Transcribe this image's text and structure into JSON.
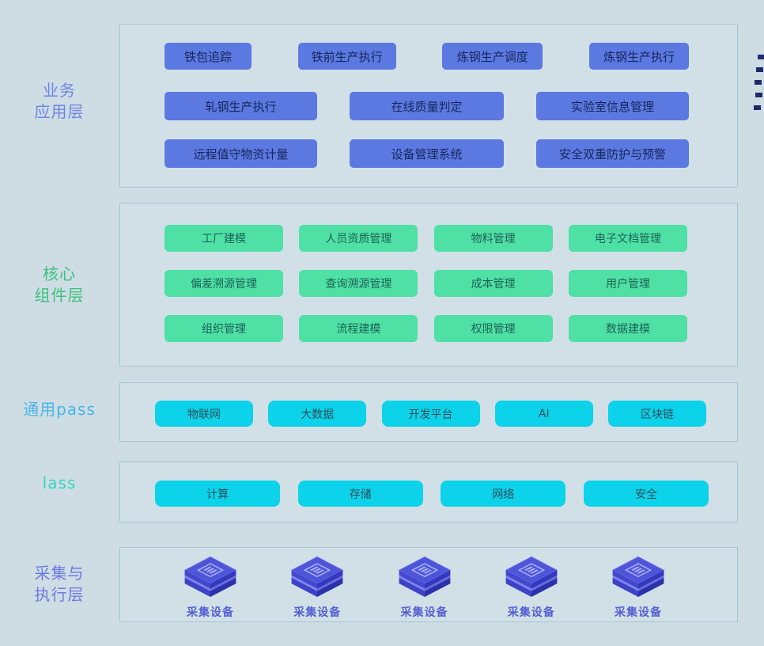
{
  "palette": {
    "background": "#cedde4",
    "panel_border": "#a6c5d2",
    "business_button": "#5b79e0",
    "core_button": "#4ee0a5",
    "cloud_button": "#0cd2ea",
    "business_label": "#6e85e6",
    "core_label": "#3ec07e",
    "paas_label": "#49b6e6",
    "iaas_label": "#33d6c0",
    "collect_label": "#6b79e2",
    "device_cube": "#4f55d8"
  },
  "layers": [
    {
      "id": "business-application",
      "label_lines": [
        "业务",
        "应用层"
      ],
      "rows": [
        [
          "铁包追踪",
          "铁前生产执行",
          "炼钢生产调度",
          "炼钢生产执行"
        ],
        [
          "轧钢生产执行",
          "在线质量判定",
          "实验室信息管理"
        ],
        [
          "远程值守物资计量",
          "设备管理系统",
          "安全双重防护与预警"
        ]
      ]
    },
    {
      "id": "core-components",
      "label_lines": [
        "核心",
        "组件层"
      ],
      "rows": [
        [
          "工厂建模",
          "人员资质管理",
          "物料管理",
          "电子文档管理"
        ],
        [
          "偏差溯源管理",
          "查询溯源管理",
          "成本管理",
          "用户管理"
        ],
        [
          "组织管理",
          "流程建模",
          "权限管理",
          "数据建模"
        ]
      ]
    },
    {
      "id": "general-paas",
      "label_lines": [
        "通用pass"
      ],
      "rows": [
        [
          "物联网",
          "大数据",
          "开发平台",
          "AI",
          "区块链"
        ]
      ]
    },
    {
      "id": "iaas",
      "label_lines": [
        "lass"
      ],
      "rows": [
        [
          "计算",
          "存储",
          "网络",
          "安全"
        ]
      ]
    },
    {
      "id": "collection-execution",
      "label_lines": [
        "采集与",
        "执行层"
      ],
      "devices": [
        "采集设备",
        "采集设备",
        "采集设备",
        "采集设备",
        "采集设备"
      ]
    }
  ]
}
